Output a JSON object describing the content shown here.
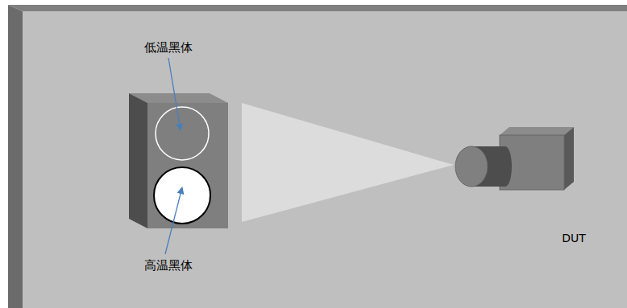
{
  "diagram": {
    "labels": [
      "低温黑体",
      "高温黑体",
      "DUT"
    ]
  }
}
